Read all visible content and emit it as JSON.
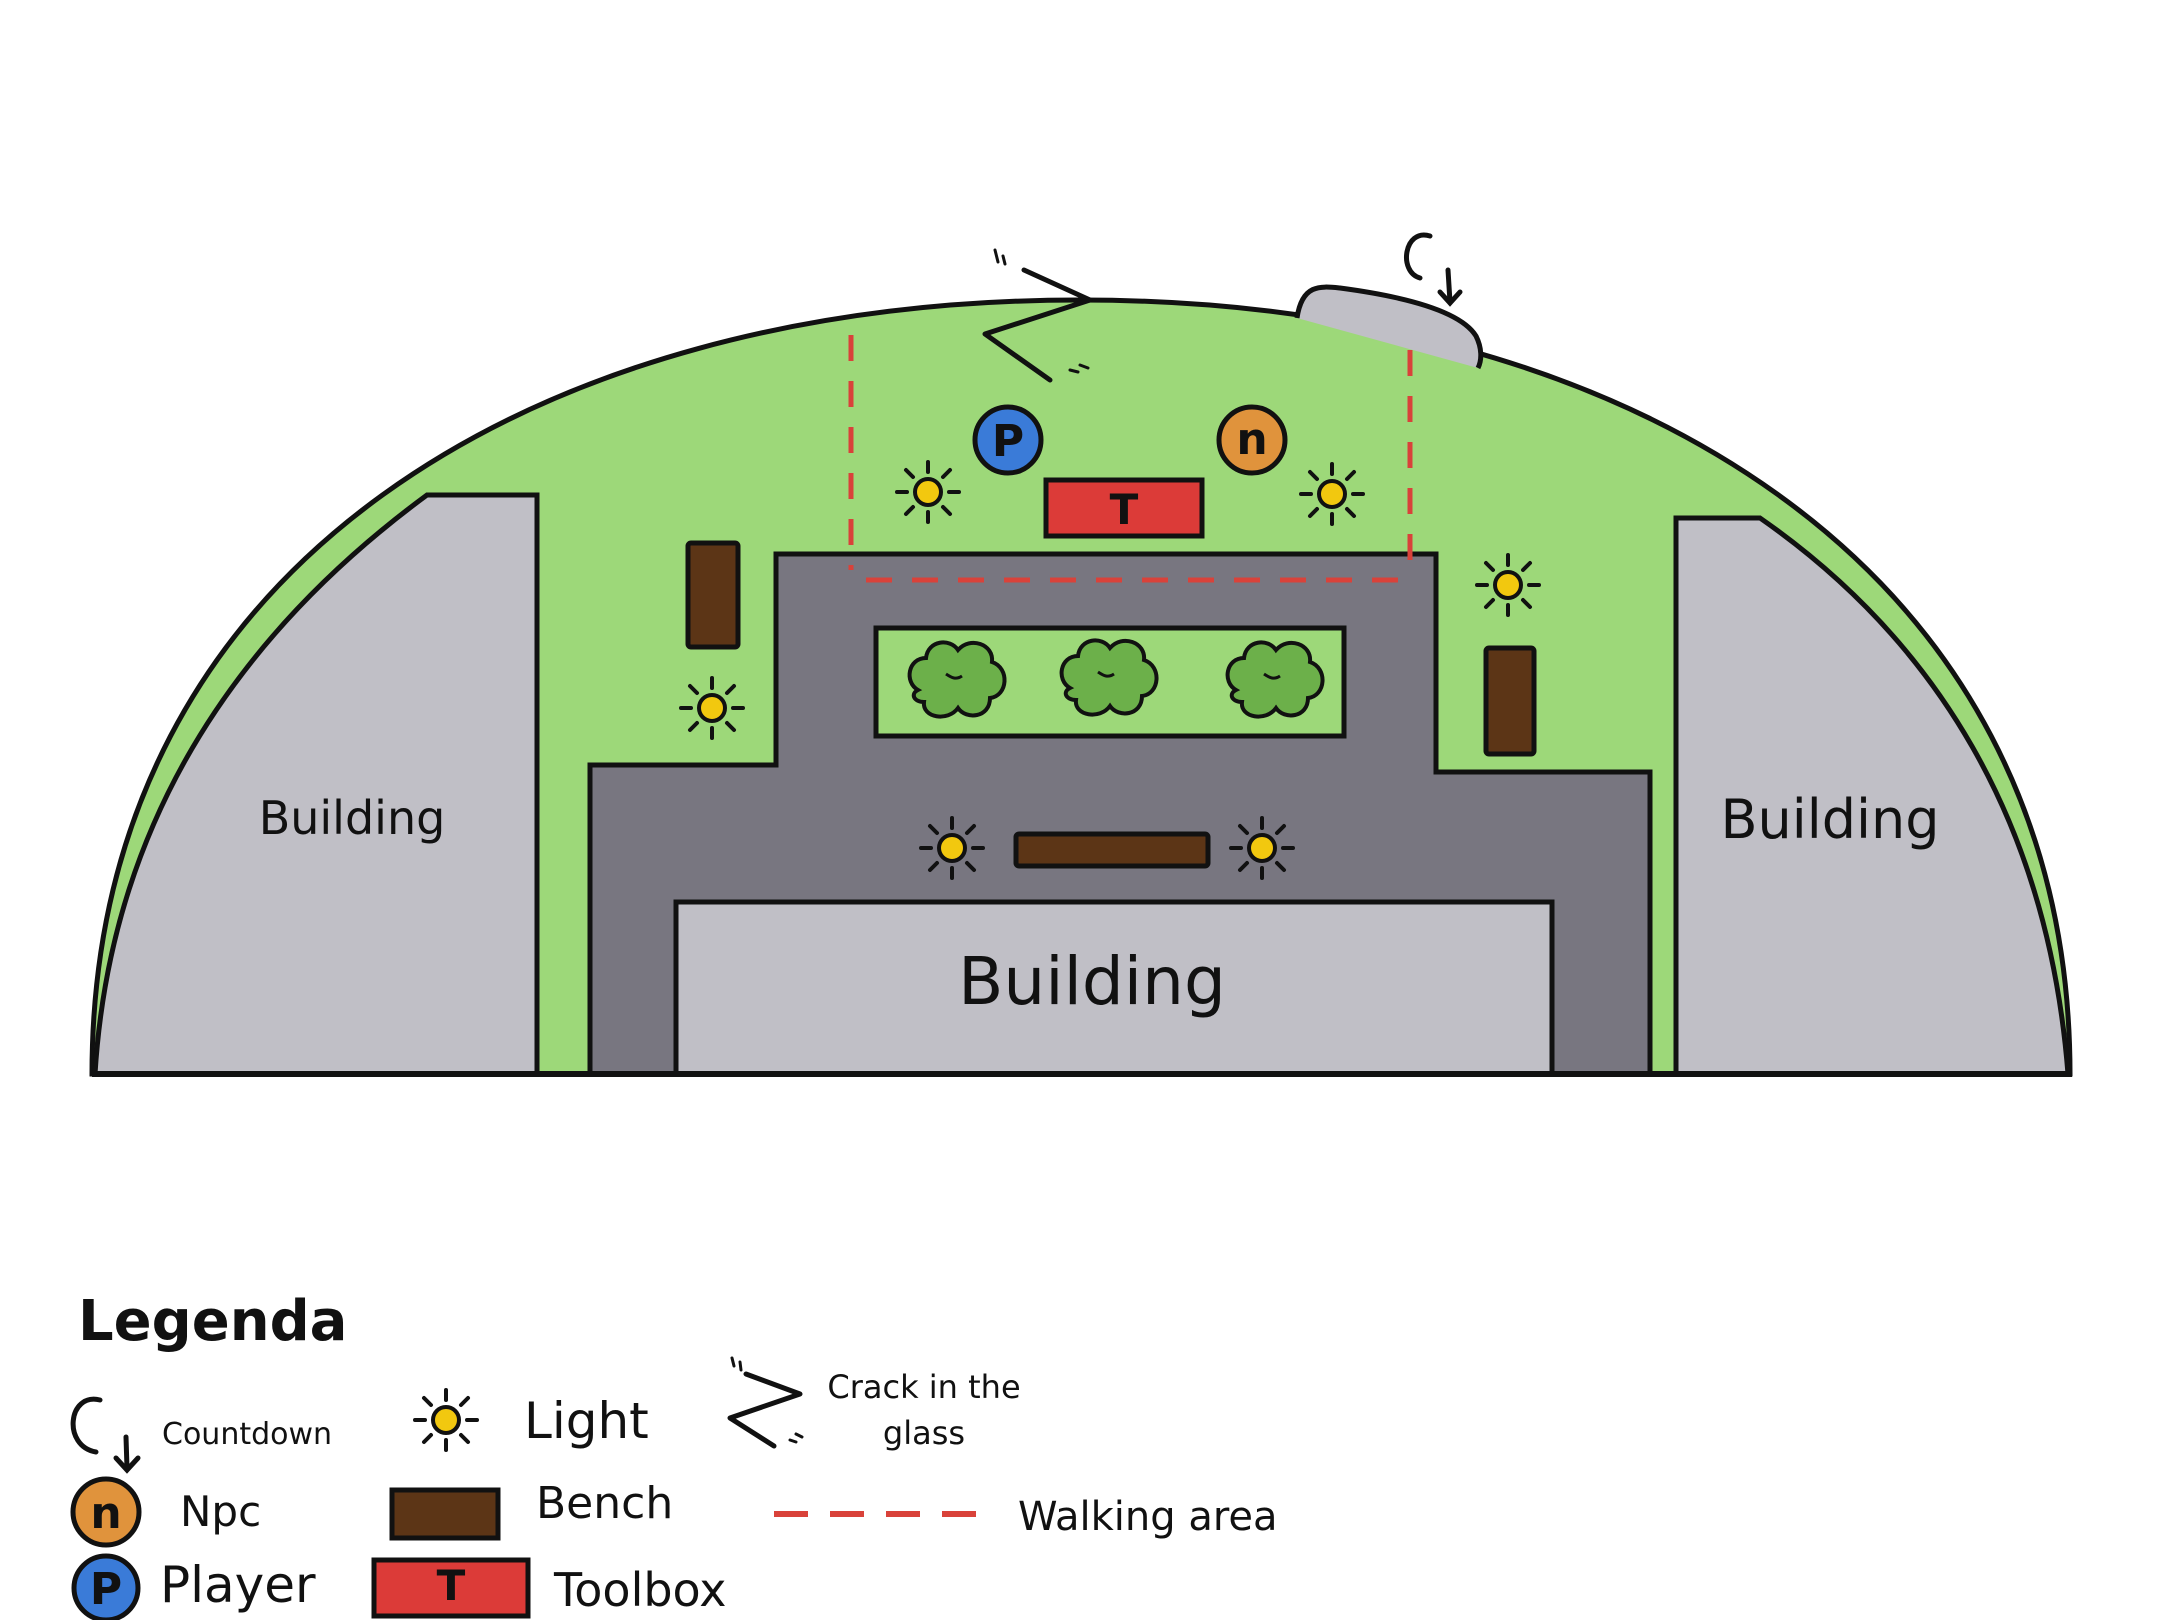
{
  "map": {
    "building_left": "Building",
    "building_right": "Building",
    "building_center": "Building",
    "toolbox_letter": "T",
    "player_letter": "P",
    "npc_letter": "n"
  },
  "legend": {
    "title": "Legenda",
    "countdown": "Countdown",
    "npc": "Npc",
    "player": "Player",
    "light": "Light",
    "bench": "Bench",
    "toolbox": "Toolbox",
    "crack_line1": "Crack in the",
    "crack_line2": "glass",
    "walking_area": "Walking area"
  },
  "colors": {
    "grass": "#9dd879",
    "road": "#787680",
    "building": "#c0bfc6",
    "bench": "#5c3516",
    "toolbox": "#dc3b38",
    "player": "#3a7bd8",
    "npc": "#e0933c",
    "light": "#f2c80f",
    "bush": "#6cb04a",
    "walk_line": "#d9423a",
    "outline": "#111111"
  },
  "icons": [
    "countdown-icon",
    "light-icon",
    "crack-icon",
    "npc-icon",
    "player-icon",
    "bench-icon",
    "toolbox-icon",
    "walking-area-icon"
  ]
}
